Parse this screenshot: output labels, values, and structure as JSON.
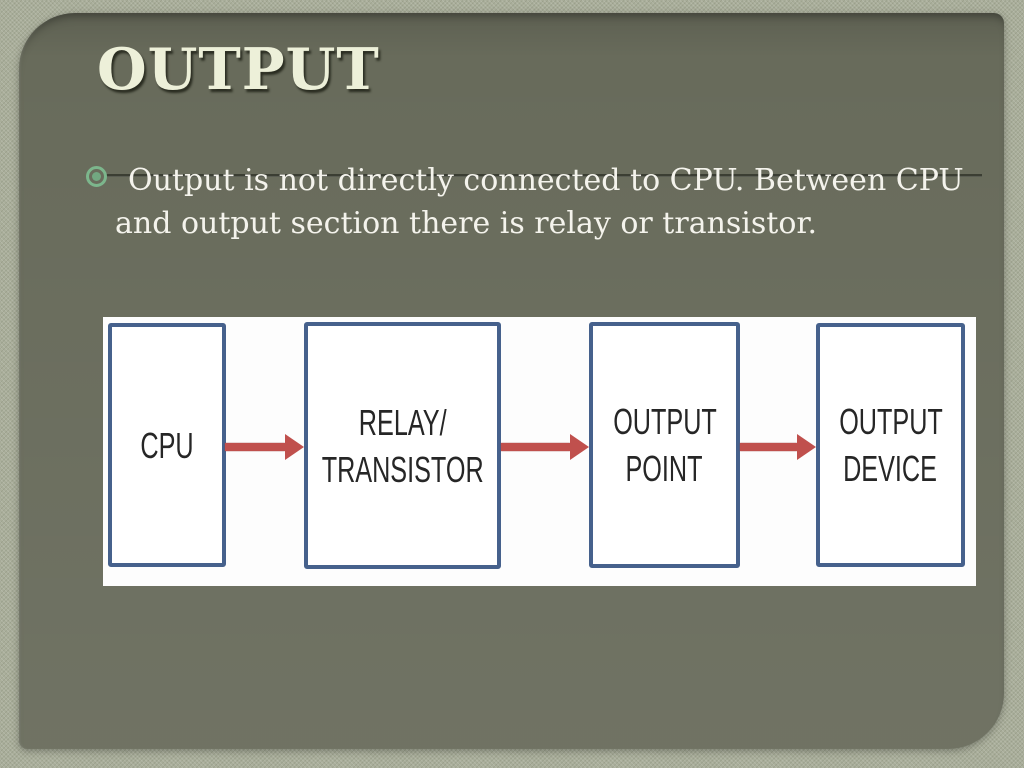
{
  "slide": {
    "title": "OUTPUT",
    "bullet": {
      "full_text": "Output is not directly connected to CPU. Between CPU and output section there is relay or transistor.",
      "lines": [
        "Output is not directly connected to CPU. Between CPU",
        "and output section there is relay or transistor."
      ]
    }
  },
  "diagram": {
    "type": "flow",
    "boxes": [
      {
        "id": "cpu",
        "lines": [
          "CPU"
        ]
      },
      {
        "id": "relay-transistor",
        "lines": [
          "RELAY/",
          "TRANSISTOR"
        ]
      },
      {
        "id": "output-point",
        "lines": [
          "OUTPUT",
          "POINT"
        ]
      },
      {
        "id": "output-device",
        "lines": [
          "OUTPUT",
          "DEVICE"
        ]
      }
    ],
    "connections": [
      {
        "from": "cpu",
        "to": "relay-transistor"
      },
      {
        "from": "relay-transistor",
        "to": "output-point"
      },
      {
        "from": "output-point",
        "to": "output-device"
      }
    ]
  },
  "colors": {
    "slide_background": "#686b5b",
    "frame_texture": "#a9ae9a",
    "title_text": "#edf0d9",
    "body_text": "#f4f3ec",
    "bullet_green": "#7cb68c",
    "box_border": "#46618c",
    "box_text": "#262626",
    "arrow_red": "#c0504d",
    "diagram_panel": "#fdfdfd"
  }
}
